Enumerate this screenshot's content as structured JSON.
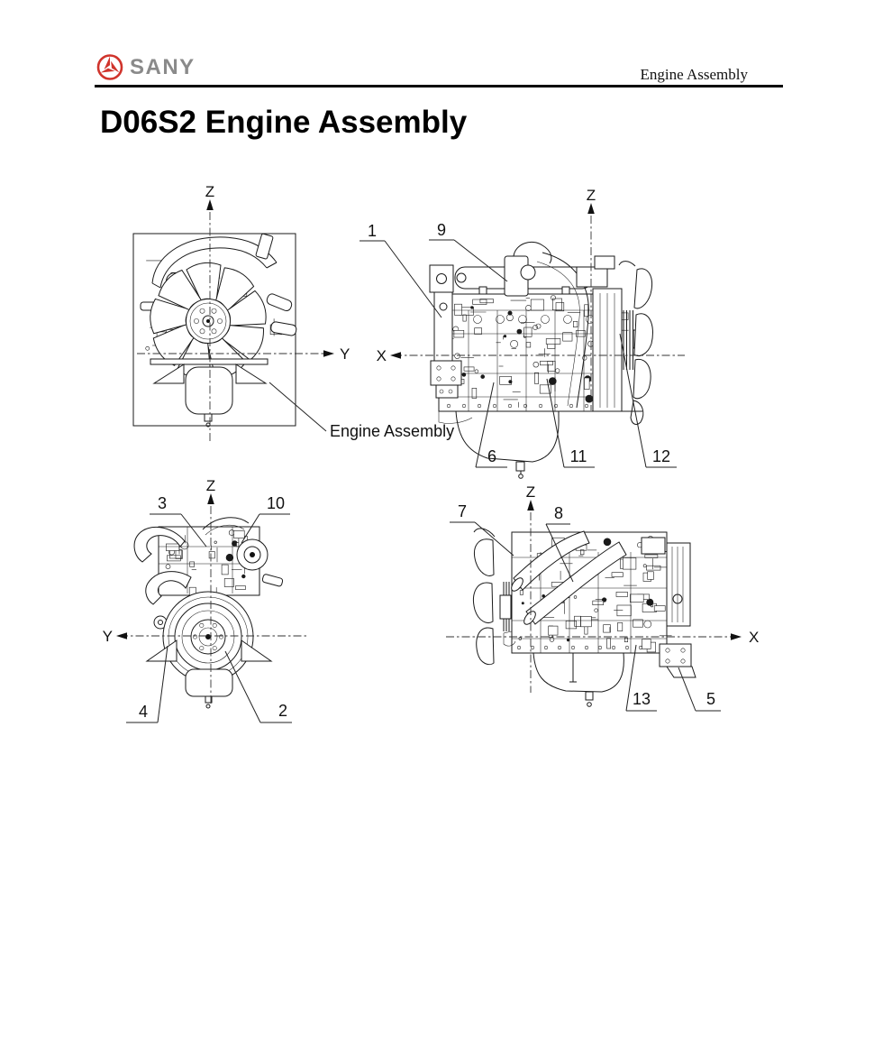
{
  "header": {
    "brand": "SANY",
    "section_title": "Engine Assembly",
    "logo_color": "#d0342c",
    "brand_color": "#8a8a8a"
  },
  "page": {
    "title": "D06S2 Engine Assembly"
  },
  "figure": {
    "caption": "Engine Assembly",
    "views": [
      {
        "name": "front-view",
        "axis_vertical": "Z",
        "axis_horizontal": "Y",
        "callouts": []
      },
      {
        "name": "left-side-view",
        "axis_vertical": "Z",
        "axis_horizontal": "X",
        "callouts": [
          "1",
          "9",
          "6",
          "11",
          "12"
        ]
      },
      {
        "name": "rear-view",
        "axis_vertical": "Z",
        "axis_horizontal": "Y",
        "callouts": [
          "3",
          "10",
          "4",
          "2"
        ]
      },
      {
        "name": "right-side-view",
        "axis_vertical": "Z",
        "axis_horizontal": "X",
        "callouts": [
          "7",
          "8",
          "13",
          "5"
        ]
      }
    ]
  }
}
